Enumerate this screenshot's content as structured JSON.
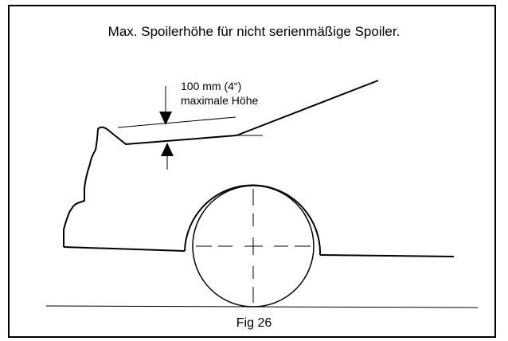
{
  "figure": {
    "title": "Max. Spoilerhöhe für nicht serienmäßige Spoiler.",
    "caption": "Fig 26",
    "annotation": {
      "line1": "100 mm (4“)",
      "line2": "maximale Höhe"
    }
  },
  "colors": {
    "line": "#000000",
    "background": "#ffffff"
  }
}
